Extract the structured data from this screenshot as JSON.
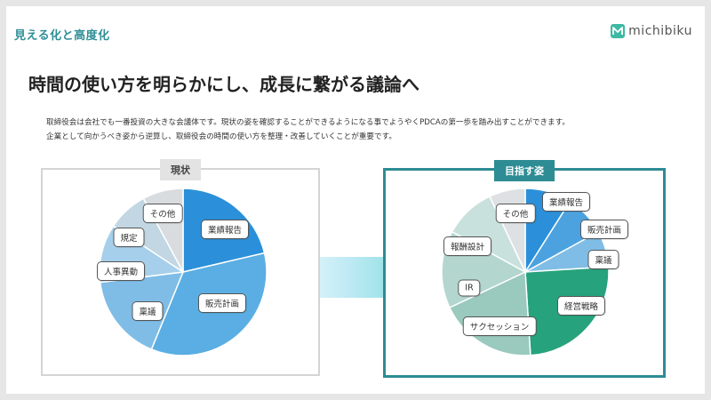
{
  "section_title": "見える化と高度化",
  "logo": {
    "text": "michibiku"
  },
  "headline": "時間の使い方を明らかにし、成長に繋がる議論へ",
  "body": {
    "line1": "取締役会は会社でも一番投資の大きな会議体です。現状の姿を確認することができるようになる事でようやくPDCAの第一歩を踏み出すことができます。",
    "line2": "企業として向かうべき姿から逆算し、取締役会の時間の使い方を整理・改善していくことが重要です。"
  },
  "colors": {
    "accent": "#2d8c94",
    "section": "#2f8f97"
  },
  "chart_data": [
    {
      "type": "pie",
      "title": "現状",
      "slices": [
        {
          "label": "業績報告",
          "value": 19,
          "color": "#2b90d9"
        },
        {
          "label": "販売計画",
          "value": 31,
          "color": "#5aaee3"
        },
        {
          "label": "稟議",
          "value": 15,
          "color": "#7fbde6"
        },
        {
          "label": "人事異動",
          "value": 10,
          "color": "#a5cfea"
        },
        {
          "label": "規定",
          "value": 7,
          "color": "#c2d7e3"
        },
        {
          "label": "その他",
          "value": 7,
          "color": "#d9dcdf"
        }
      ]
    },
    {
      "type": "pie",
      "title": "目指す姿",
      "slices": [
        {
          "label": "業績報告",
          "value": 9,
          "color": "#2b90d9"
        },
        {
          "label": "販売計画",
          "value": 8,
          "color": "#4ca2df"
        },
        {
          "label": "稟議",
          "value": 7,
          "color": "#7fbde6"
        },
        {
          "label": "経営戦略",
          "value": 25,
          "color": "#26a37c"
        },
        {
          "label": "サクセッション",
          "value": 19,
          "color": "#9ac9bd"
        },
        {
          "label": "IR",
          "value": 15,
          "color": "#b3d6cf"
        },
        {
          "label": "報酬設計",
          "value": 10,
          "color": "#c9e1dc"
        },
        {
          "label": "その他",
          "value": 7,
          "color": "#dde1e3"
        }
      ]
    }
  ]
}
